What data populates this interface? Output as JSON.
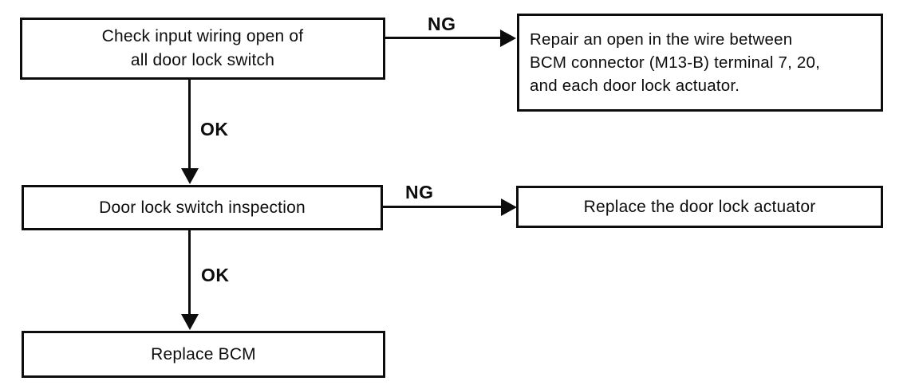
{
  "colors": {
    "ink": "#0d0d0d",
    "paper": "#ffffff"
  },
  "nodes": {
    "check_wiring": {
      "line1": "Check input wiring open of",
      "line2": "all door lock switch"
    },
    "repair_wire": {
      "line1": "Repair an open in the wire between",
      "line2": "BCM connector (M13-B) terminal 7, 20,",
      "line3": "and each door lock actuator."
    },
    "switch_inspection": {
      "label": "Door lock switch inspection"
    },
    "replace_actuator": {
      "label": "Replace the door lock actuator"
    },
    "replace_bcm": {
      "label": "Replace BCM"
    }
  },
  "connectors": {
    "check_to_repair": {
      "label": "NG"
    },
    "check_to_inspection": {
      "label": "OK"
    },
    "inspection_to_actuator": {
      "label": "NG"
    },
    "inspection_to_bcm": {
      "label": "OK"
    }
  }
}
